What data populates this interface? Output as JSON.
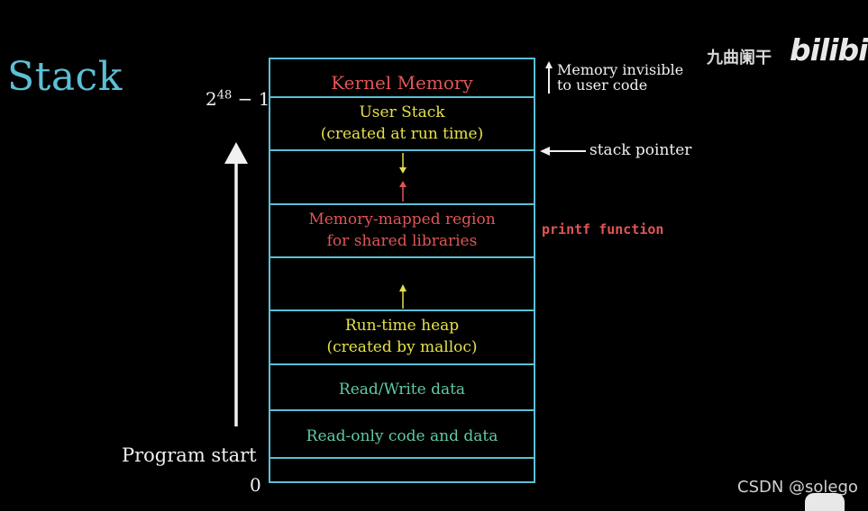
{
  "title": "Stack",
  "addresses": {
    "top_base": "2",
    "top_exp": "48",
    "top_suffix": " − 1",
    "bottom": "0"
  },
  "segments": {
    "kernel": "Kernel Memory",
    "user_stack_line1": "User Stack",
    "user_stack_line2": "(created at run time)",
    "mmap_line1": "Memory-mapped region",
    "mmap_line2": "for shared libraries",
    "heap_line1": "Run-time heap",
    "heap_line2": "(created by malloc)",
    "rw_data": "Read/Write data",
    "ro_code": "Read-only code and data"
  },
  "annotations": {
    "kernel_note_line1": "Memory invisible",
    "kernel_note_line2": "to user code",
    "stack_pointer": "stack pointer",
    "printf": "printf function",
    "program_start": "Program start"
  },
  "watermark": {
    "channel": "九曲阑干",
    "site": "bilibili",
    "credit": "CSDN @solego"
  },
  "colors": {
    "border": "#5bc0d6",
    "red": "#e05555",
    "yellow": "#e6e04a",
    "teal": "#5fc9a6",
    "white": "#f0f0f0"
  }
}
